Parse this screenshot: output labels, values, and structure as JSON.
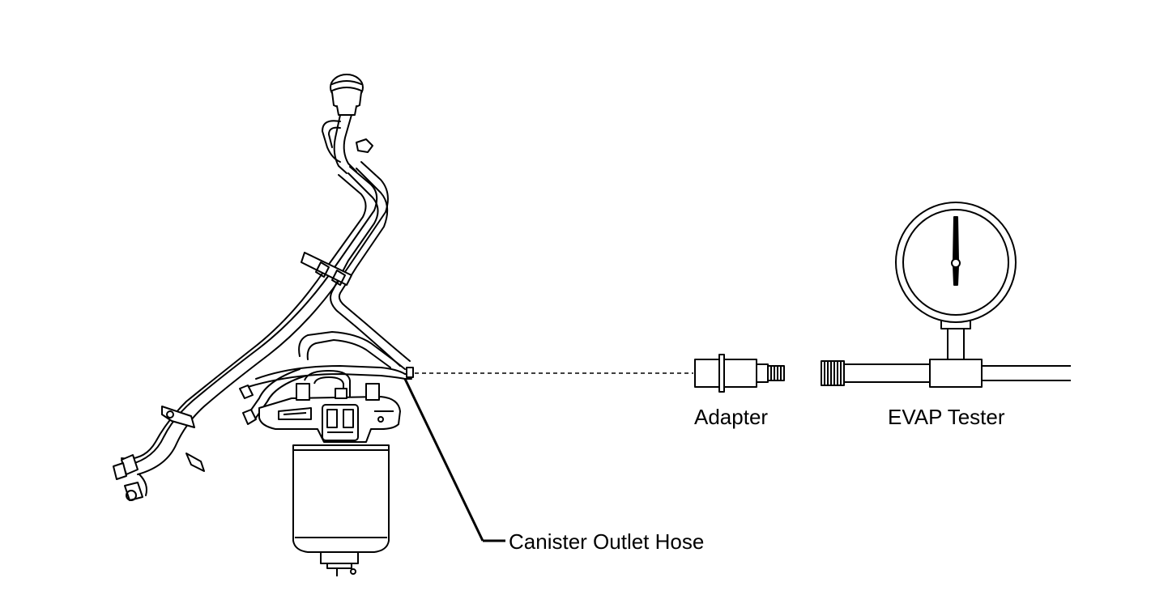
{
  "labels": {
    "canister_outlet_hose": "Canister Outlet Hose",
    "adapter": "Adapter",
    "evap_tester": "EVAP Tester"
  },
  "colors": {
    "line": "#000000",
    "background": "#ffffff"
  }
}
